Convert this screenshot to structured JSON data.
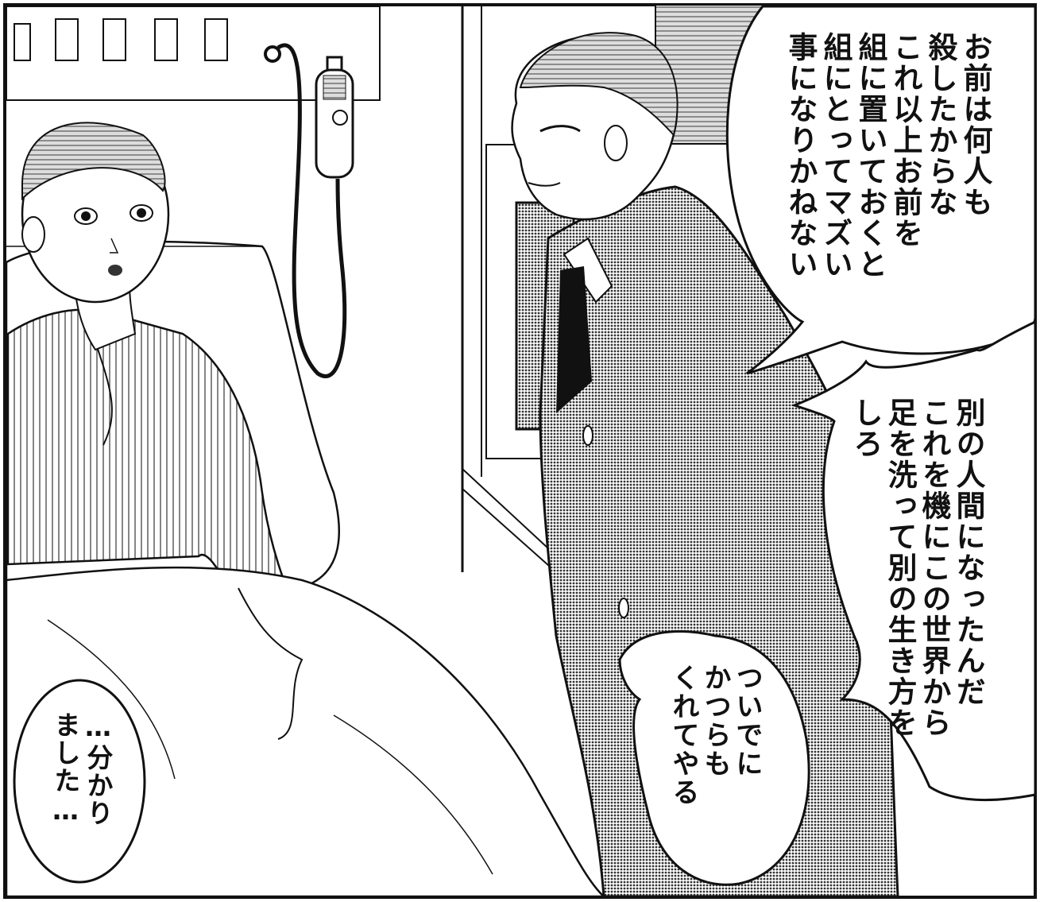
{
  "speech_bubbles": {
    "boss_top": "お前は何人も\n殺したからな\nこれ以上お前を\n組に置いておくと\n組にとってマズい\n事になりかねない",
    "boss_middle": "別の人間になったんだ\nこれを機にこの世界から\n足を洗って別の生き方を\nしろ",
    "boss_bottom": "ついでに\nかつらも\nくれてやる",
    "patient": "…分かり\nました…"
  },
  "colors": {
    "ink": "#111111",
    "paper": "#ffffff",
    "screentone": "#555555"
  }
}
